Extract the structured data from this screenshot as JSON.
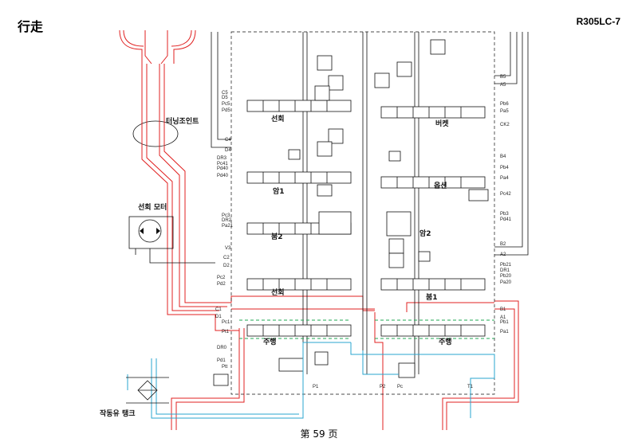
{
  "header": {
    "title": "行走",
    "model": "R305LC-7"
  },
  "footer": {
    "page": "第 59 页"
  },
  "labels": {
    "turning_joint": "터닝조인트",
    "swing_motor": "선회 모터",
    "tank": "작동유 탱크",
    "swing_upper": "선회",
    "bucket": "버켓",
    "arm1": "암1",
    "option": "옵션",
    "boom2": "붐2",
    "arm2": "암2",
    "swing_lower": "선회",
    "boom1": "붐1",
    "travel_left": "주행",
    "travel_right": "주행"
  },
  "ports_left": [
    "C5",
    "D5",
    "Pc5",
    "Pd5",
    "C4",
    "D4",
    "DR3",
    "Pc41",
    "Pd40",
    "Pd40",
    "Pc3",
    "DR2",
    "Pa21",
    "V3",
    "C2",
    "D2",
    "Pc2",
    "Pd2",
    "C1",
    "D1",
    "Pc1",
    "Pt1",
    "DR0",
    "Pd1",
    "Ptt"
  ],
  "ports_right": [
    "B5",
    "A5",
    "Pb6",
    "Pa5",
    "CK2",
    "B4",
    "Pb4",
    "Pa4",
    "Pc42",
    "Pb3",
    "Pd41",
    "B2",
    "A2",
    "Pb21",
    "DR1",
    "Pb20",
    "Pa20",
    "B1",
    "A1",
    "Pb1",
    "Pa1"
  ],
  "ports_bottom": [
    "P1",
    "P2",
    "Pc",
    "T1"
  ]
}
